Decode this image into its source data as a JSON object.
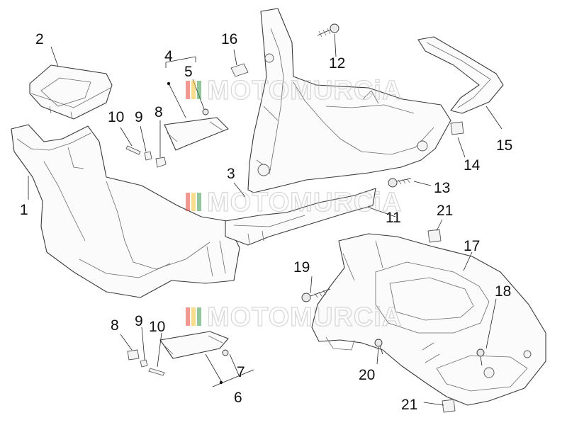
{
  "watermark": {
    "text": "MOTOMURCiA",
    "colors": [
      "#e8453c",
      "#f4c430",
      "#3a9b4a"
    ]
  },
  "callouts": {
    "c1": "1",
    "c2": "2",
    "c3": "3",
    "c4": "4",
    "c5": "5",
    "c6": "6",
    "c7": "7",
    "c8a": "8",
    "c8b": "8",
    "c9a": "9",
    "c9b": "9",
    "c10a": "10",
    "c10b": "10",
    "c11": "11",
    "c12": "12",
    "c13": "13",
    "c14": "14",
    "c15": "15",
    "c16": "16",
    "c17": "17",
    "c18": "18",
    "c19": "19",
    "c20": "20",
    "c21a": "21",
    "c21b": "21"
  }
}
